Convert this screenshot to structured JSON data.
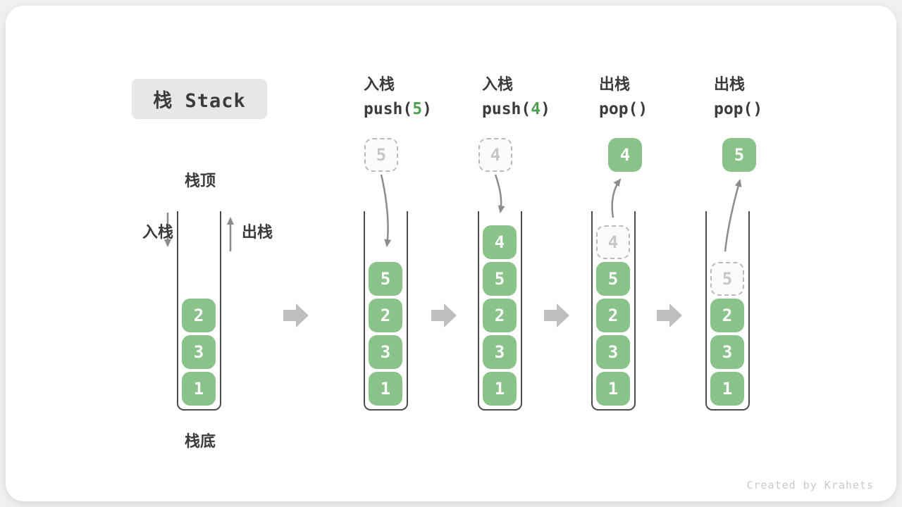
{
  "title": "栈 Stack",
  "watermark": "Created by Krahets",
  "legend": {
    "top": "栈顶",
    "bottom": "栈底",
    "push": "入栈",
    "pop": "出栈"
  },
  "operations": [
    {
      "name": "入栈",
      "call_prefix": "push(",
      "arg": "5",
      "call_suffix": ")"
    },
    {
      "name": "入栈",
      "call_prefix": "push(",
      "arg": "4",
      "call_suffix": ")"
    },
    {
      "name": "出栈",
      "call_prefix": "pop(",
      "arg": "",
      "call_suffix": ")"
    },
    {
      "name": "出栈",
      "call_prefix": "pop(",
      "arg": "",
      "call_suffix": ")"
    }
  ],
  "stacks": [
    {
      "cells": [
        {
          "value": "2"
        },
        {
          "value": "3"
        },
        {
          "value": "1"
        }
      ]
    },
    {
      "floating": {
        "value": "5",
        "style": "ghost"
      },
      "cells": [
        {
          "value": "5"
        },
        {
          "value": "2"
        },
        {
          "value": "3"
        },
        {
          "value": "1"
        }
      ]
    },
    {
      "floating": {
        "value": "4",
        "style": "ghost"
      },
      "cells": [
        {
          "value": "4"
        },
        {
          "value": "5"
        },
        {
          "value": "2"
        },
        {
          "value": "3"
        },
        {
          "value": "1"
        }
      ]
    },
    {
      "floating": {
        "value": "4",
        "style": "solid"
      },
      "cells": [
        {
          "value": "4",
          "ghost": true
        },
        {
          "value": "5"
        },
        {
          "value": "2"
        },
        {
          "value": "3"
        },
        {
          "value": "1"
        }
      ]
    },
    {
      "floating": {
        "value": "5",
        "style": "solid"
      },
      "cells": [
        {
          "value": "5",
          "ghost": true
        },
        {
          "value": "2"
        },
        {
          "value": "3"
        },
        {
          "value": "1"
        }
      ]
    }
  ],
  "colors": {
    "page-bg": "#eef0f1",
    "card-bg": "#ffffff",
    "badge-bg": "#e7e7e7",
    "ink": "#3b3b3b",
    "green": "#8ac38a",
    "green-dark": "#4fa052",
    "wall": "#4d4d4d",
    "arrow": "#8c8c8c",
    "flow": "#bfbfbf",
    "ghost-bg": "#fbfbfb",
    "ghost-border": "#bababa",
    "ghost-text": "#c6c6c6",
    "faint": "#c9c9c9"
  }
}
